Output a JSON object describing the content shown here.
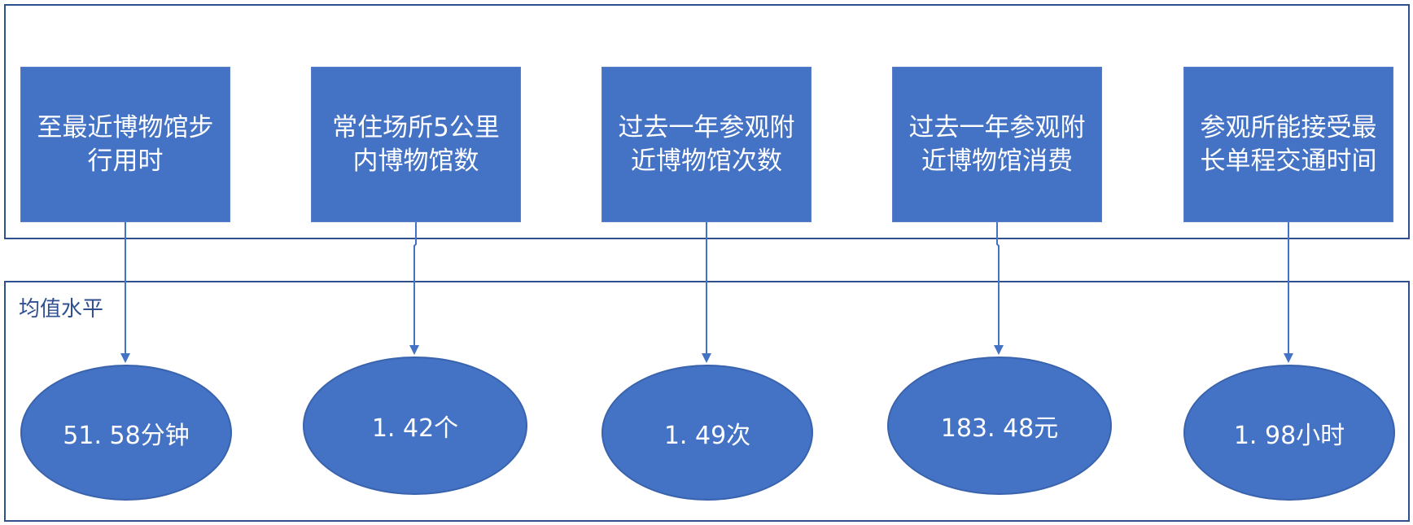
{
  "colors": {
    "shape_fill": "#4472c4",
    "frame_border": "#2f4f8f",
    "arrow": "#4472c4"
  },
  "diagram": {
    "bottom_group_label": "均值水平",
    "metrics": [
      {
        "label": "至最近博物馆步行用时",
        "value": "51. 58分钟"
      },
      {
        "label": "常住场所5公里内博物馆数",
        "value": "1. 42个"
      },
      {
        "label": "过去一年参观附近博物馆次数",
        "value": "1. 49次"
      },
      {
        "label": "过去一年参观附近博物馆消费",
        "value": "183. 48元"
      },
      {
        "label": "参观所能接受最长单程交通时间",
        "value": "1. 98小时"
      }
    ]
  }
}
